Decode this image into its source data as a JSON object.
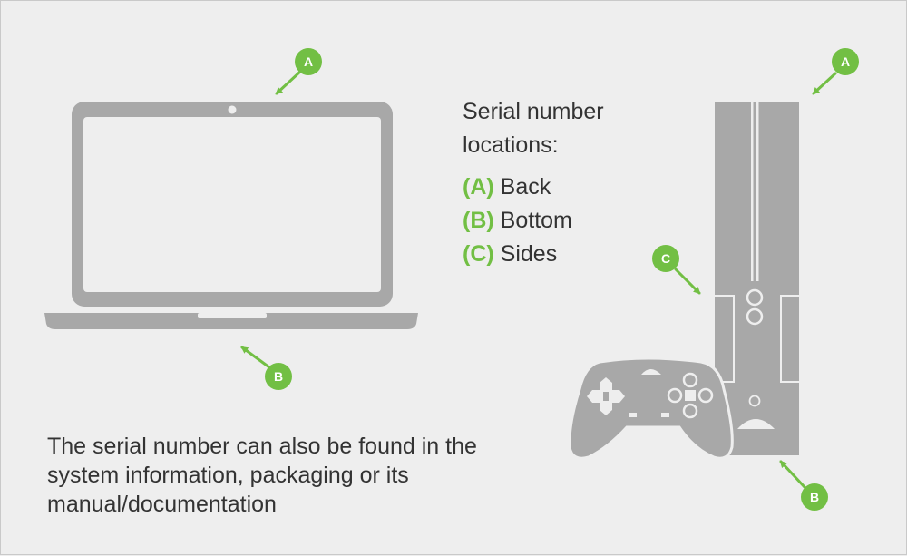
{
  "legend": {
    "title": "Serial number locations:",
    "items": [
      {
        "key": "(A)",
        "label": "Back"
      },
      {
        "key": "(B)",
        "label": "Bottom"
      },
      {
        "key": "(C)",
        "label": "Sides"
      }
    ]
  },
  "note": "The serial number can also be found in the system information, packaging or its manual/documentation",
  "badges": {
    "laptop_a": "A",
    "laptop_b": "B",
    "console_a": "A",
    "console_b": "B",
    "console_c": "C"
  },
  "colors": {
    "background": "#eeeeee",
    "device": "#a8a8a8",
    "accent": "#72bf44",
    "text": "#333333"
  },
  "icons": [
    "laptop-icon",
    "game-console-icon",
    "gamepad-icon",
    "arrow-icon"
  ]
}
